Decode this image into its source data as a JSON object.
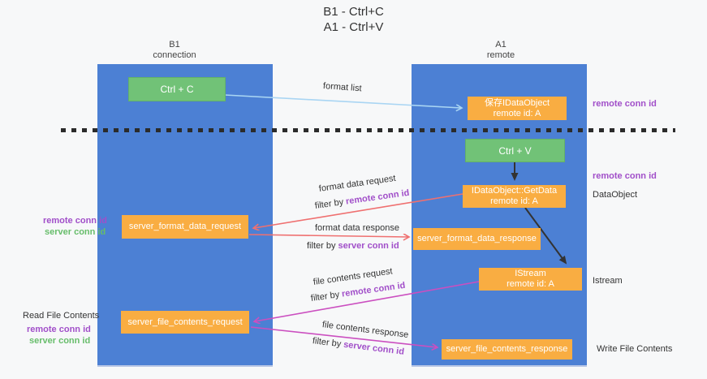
{
  "colors": {
    "column": "#4c80d4",
    "green_box": "#71c277",
    "orange_box": "#f9ad42",
    "purple": "#a14fc9",
    "green_text": "#67bd6b",
    "arrow_blue": "#a9d5f3",
    "arrow_red": "#ef7070",
    "arrow_magenta": "#cb4fc0",
    "arrow_black": "#333333"
  },
  "title": {
    "line1": "B1 - Ctrl+C",
    "line2": "A1 - Ctrl+V"
  },
  "lanes": {
    "left": {
      "title": "B1",
      "subtitle": "connection"
    },
    "right": {
      "title": "A1",
      "subtitle": "remote"
    }
  },
  "nodes": {
    "ctrl_c": {
      "label": "Ctrl + C"
    },
    "ctrl_v": {
      "label": "Ctrl + V"
    },
    "save_dataobject": {
      "line1": "保存IDataObject",
      "line2": "remote id: A"
    },
    "getdata": {
      "line1": "IDataObject::GetData",
      "line2": "remote id: A"
    },
    "format_request": {
      "label": "server_format_data_request"
    },
    "format_response": {
      "label": "server_format_data_response"
    },
    "istream": {
      "line1": "IStream",
      "line2": "remote id: A"
    },
    "file_request": {
      "label": "server_file_contents_request"
    },
    "file_response": {
      "label": "server_file_contents_response"
    }
  },
  "edge_labels": {
    "format_list": "format list",
    "format_data_request": "format data request",
    "filter_1": {
      "prefix": "filter by ",
      "id": "remote conn id"
    },
    "format_data_response": "format data response",
    "filter_2": {
      "prefix": "filter by ",
      "id": "server conn id"
    },
    "file_contents_request": "file contents request",
    "filter_3": {
      "prefix": "filter by ",
      "id": "remote conn id"
    },
    "file_contents_response": "file contents response",
    "filter_4": {
      "prefix": "filter by ",
      "id": "server conn id"
    }
  },
  "side_labels": {
    "right_remote_1": "remote conn id",
    "right_remote_2": "remote conn id",
    "dataobject": "DataObject",
    "istream": "Istream",
    "write_file_contents": "Write File Contents",
    "left_remote_1": "remote conn id",
    "left_server_1": "server conn id",
    "read_file_contents": "Read File Contents",
    "left_remote_2": "remote conn id",
    "left_server_2": "server conn id"
  }
}
